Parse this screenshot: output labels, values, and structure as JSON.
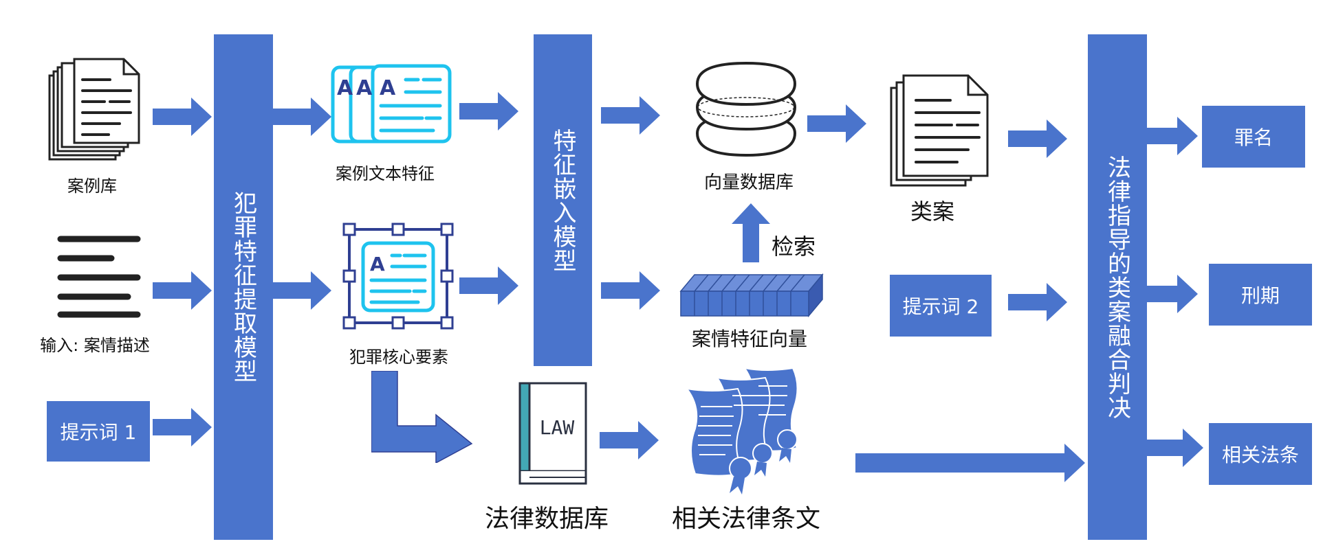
{
  "colors": {
    "accent": "#4a74cc",
    "cyan": "#1ec3ee",
    "navy": "#2f3f92",
    "ink": "#222222"
  },
  "bars": {
    "extraction": "犯罪特征提取模型",
    "embedding": "特征嵌入模型",
    "judgment": "法律指导的类案融合判决"
  },
  "inputs": {
    "case_library": "案例库",
    "case_description": "输入: 案情描述",
    "prompt_1": "提示词 1"
  },
  "features": {
    "case_text_features": "案例文本特征",
    "crime_core_elements": "犯罪核心要素"
  },
  "retrieval": {
    "vector_db": "向量数据库",
    "retrieve": "检索",
    "case_feature_vector": "案情特征向量",
    "similar_cases": "类案",
    "prompt_2": "提示词 2"
  },
  "law": {
    "law_db": "法律数据库",
    "book_label": "LAW",
    "related_articles": "相关法律条文"
  },
  "outputs": {
    "charge": "罪名",
    "sentence": "刑期",
    "relevant_articles": "相关法条"
  },
  "icons": [
    "document-stack-icon",
    "text-lines-icon",
    "feature-cards-icon",
    "selection-card-icon",
    "database-icon",
    "vector-bar-icon",
    "law-book-icon",
    "law-scrolls-icon",
    "documents-icon"
  ]
}
